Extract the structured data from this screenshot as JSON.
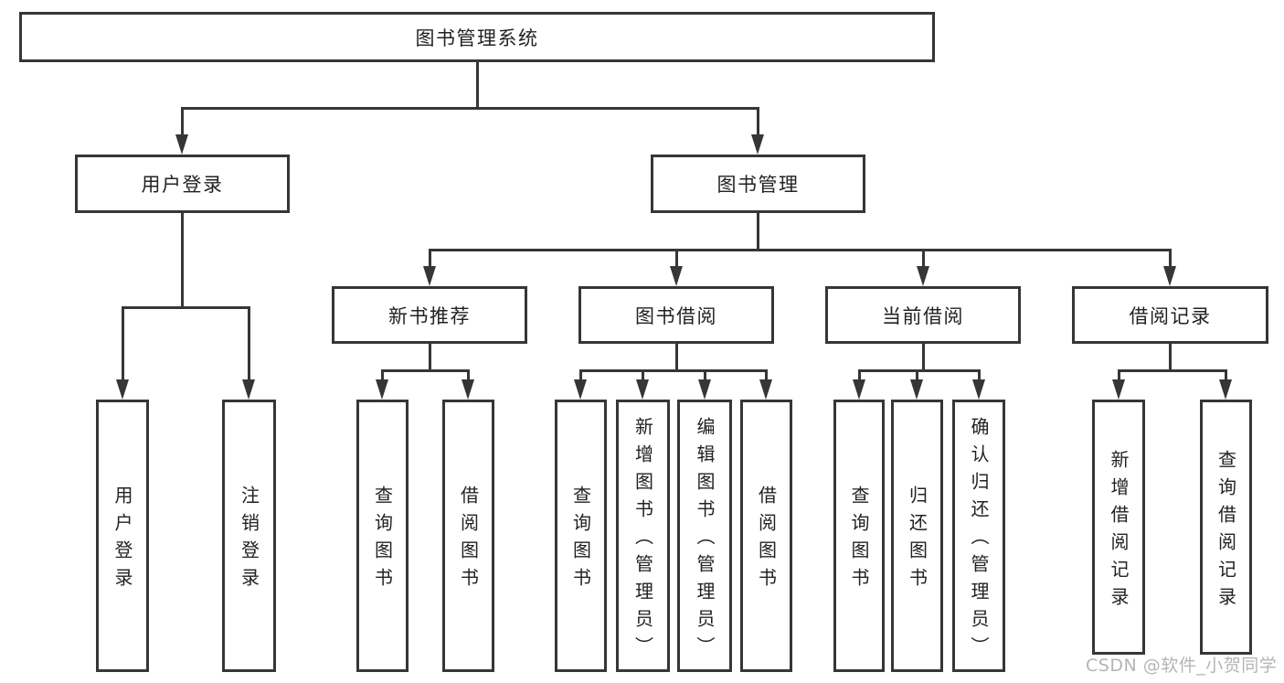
{
  "diagram": {
    "title": "图书管理系统",
    "colors": {
      "line": "#363636",
      "text": "#222222",
      "box_background": "#ffffff",
      "page_background": "#ffffff",
      "watermark": "#b5b5b5"
    },
    "tree": {
      "label": "图书管理系统",
      "children": [
        {
          "label": "用户登录",
          "children": [
            {
              "label": "用户登录"
            },
            {
              "label": "注销登录"
            }
          ]
        },
        {
          "label": "图书管理",
          "children": [
            {
              "label": "新书推荐",
              "children": [
                {
                  "label": "查询图书"
                },
                {
                  "label": "借阅图书"
                }
              ]
            },
            {
              "label": "图书借阅",
              "children": [
                {
                  "label": "查询图书"
                },
                {
                  "label": "新增图书（管理员）"
                },
                {
                  "label": "编辑图书（管理员）"
                },
                {
                  "label": "借阅图书"
                }
              ]
            },
            {
              "label": "当前借阅",
              "children": [
                {
                  "label": "查询图书"
                },
                {
                  "label": "归还图书"
                },
                {
                  "label": "确认归还（管理员）"
                }
              ]
            },
            {
              "label": "借阅记录",
              "children": [
                {
                  "label": "新增借阅记录"
                },
                {
                  "label": "查询借阅记录"
                }
              ]
            }
          ]
        }
      ]
    }
  },
  "watermark": {
    "text": "CSDN @软件_小贺同学"
  }
}
